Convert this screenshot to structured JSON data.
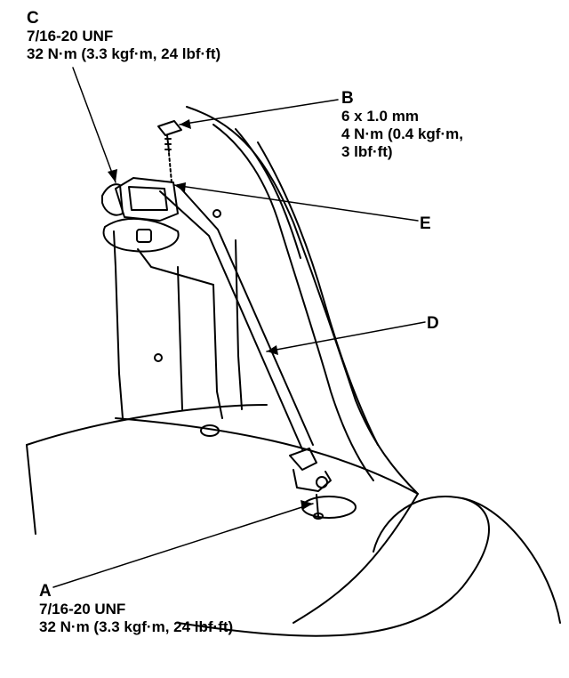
{
  "callouts": {
    "c": {
      "letter": "C",
      "thread": "7/16-20 UNF",
      "torque": "32 N·m (3.3 kgf·m, 24 lbf·ft)"
    },
    "b": {
      "letter": "B",
      "size": "6 x 1.0 mm",
      "torque_line1": "4 N·m (0.4 kgf·m,",
      "torque_line2": "3 lbf·ft)"
    },
    "a": {
      "letter": "A",
      "thread": "7/16-20 UNF",
      "torque": "32 N·m (3.3 kgf·m, 24 lbf·ft)"
    }
  },
  "labels": {
    "d": "D",
    "e": "E"
  },
  "colors": {
    "ink": "#000000",
    "paper": "#ffffff"
  }
}
